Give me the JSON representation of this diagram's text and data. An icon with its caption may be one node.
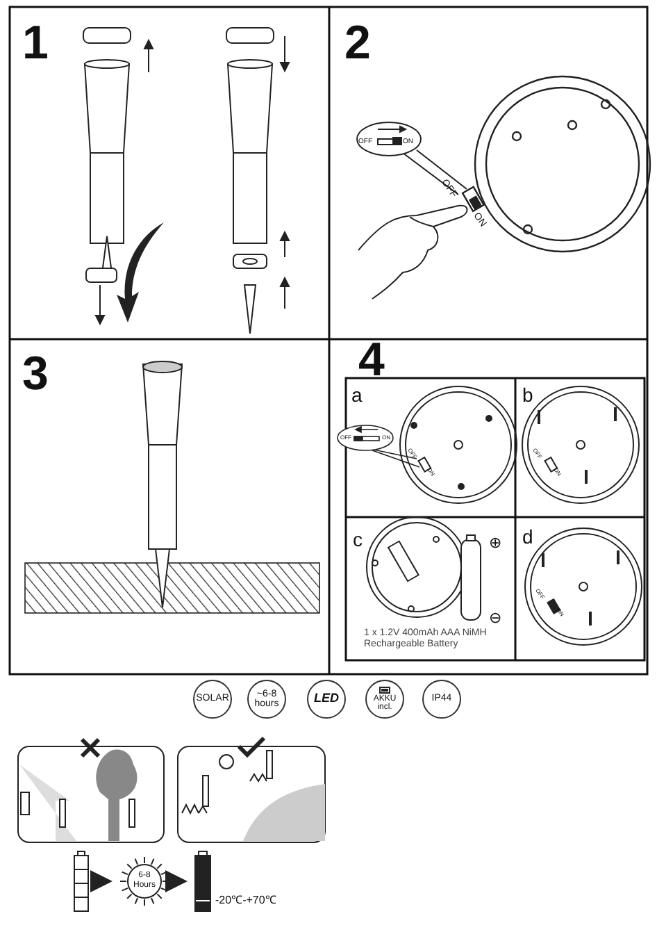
{
  "diagram": {
    "nodes": [
      {
        "text": [
          "SOLAR"
        ]
      },
      {
        "text": [
          "~6-8 hours"
        ]
      },
      {
        "text": [
          "LED"
        ]
      },
      {
        "text": [
          "AKKU incl."
        ]
      },
      {
        "text": [
          "IP44"
        ]
      },
      {
        "text": [],
        "shape": "picture"
      },
      {
        "text": [
          "6-8 Hours"
        ]
      },
      {
        "text": [],
        "shape": "picture",
        "beside": [
          "-20℃-+70℃"
        ]
      }
    ],
    "edges": [
      {
        "from": 5,
        "to": 6,
        "arrow": "to"
      },
      {
        "from": 6,
        "to": 7,
        "arrow": "to"
      }
    ],
    "labels": [
      "1",
      "2",
      "OFF",
      "ON",
      "OFF",
      "ON",
      "3",
      "4",
      "a",
      "OFF",
      "ON",
      "OFF",
      "ON",
      "b",
      "OFF",
      "ON",
      "c",
      "⊕",
      "⊖",
      "1 x 1.2V 400mAh AAA NiMH Rechargeable Battery",
      "d",
      "OFF",
      "ON"
    ]
  }
}
